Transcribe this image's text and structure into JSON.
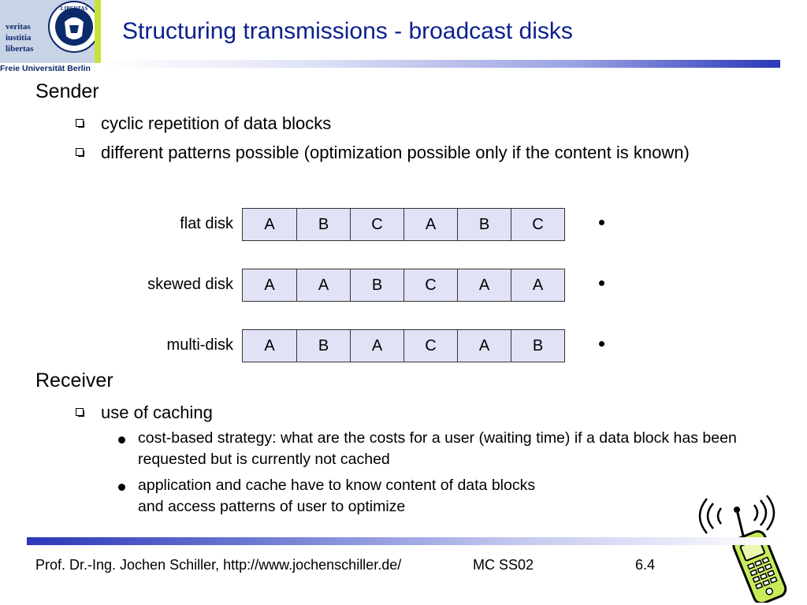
{
  "logo": {
    "motto": [
      "veritas",
      "iustitia",
      "libertas"
    ],
    "university": "Freie Universität Berlin",
    "seal_text": "LIBERTAS"
  },
  "slide": {
    "title": "Structuring transmissions - broadcast disks"
  },
  "sender": {
    "heading": "Sender",
    "bullets": [
      "cyclic repetition of data blocks",
      "different patterns possible (optimization possible only if the content is known)"
    ]
  },
  "disks": [
    {
      "label": "flat disk",
      "blocks": [
        "A",
        "B",
        "C",
        "A",
        "B",
        "C"
      ]
    },
    {
      "label": "skewed disk",
      "blocks": [
        "A",
        "A",
        "B",
        "C",
        "A",
        "A"
      ]
    },
    {
      "label": "multi-disk",
      "blocks": [
        "A",
        "B",
        "A",
        "C",
        "A",
        "B"
      ]
    }
  ],
  "receiver": {
    "heading": "Receiver",
    "bullets": [
      "use of caching"
    ],
    "sub_bullets": [
      "cost-based strategy: what are the costs for a user (waiting time) if a data block has been requested but is currently not cached",
      "application and cache have to know content of data blocks\nand access patterns of user to optimize"
    ]
  },
  "footer": {
    "author": "Prof. Dr.-Ing. Jochen Schiller, http://www.jochenschiller.de/",
    "course": "MC SS02",
    "page": "6.4"
  },
  "colors": {
    "title": "#0b1f8f",
    "block_fill": "#e2e2f6",
    "bar_dark": "#2a37b8",
    "logo_blue": "#0b2a6b",
    "logo_green": "#c8e23a",
    "phone_green": "#c6ec5a"
  },
  "icons": {
    "logo": "fu-berlin-seal-icon",
    "phone": "cell-phone-icon"
  }
}
